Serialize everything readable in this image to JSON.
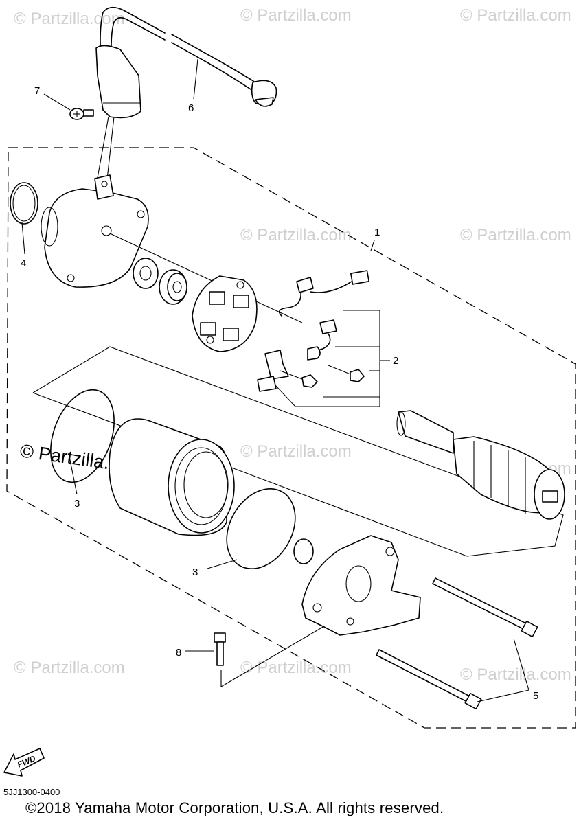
{
  "watermark": "© Partzilla.com",
  "callouts": {
    "c1": "1",
    "c2": "2",
    "c3a": "3",
    "c3b": "3",
    "c4": "4",
    "c5": "5",
    "c6": "6",
    "c7": "7",
    "c8": "8"
  },
  "fwd_label": "FWD",
  "diagram_code": "5JJ1300-0400",
  "copyright": "©2018  Yamaha Motor Corporation, U.S.A. All rights reserved."
}
